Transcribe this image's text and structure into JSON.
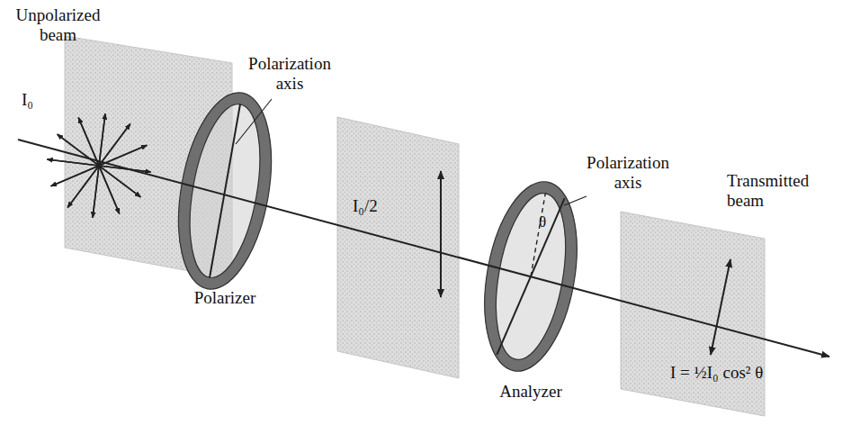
{
  "diagram": {
    "labels": [
      "Unpolarized beam",
      "I₀",
      "Polarization axis",
      "Polarizer",
      "I₀/2",
      "Polarization axis",
      "θ",
      "Analyzer",
      "Transmitted beam",
      "I = ½I₀ cos² θ"
    ]
  }
}
